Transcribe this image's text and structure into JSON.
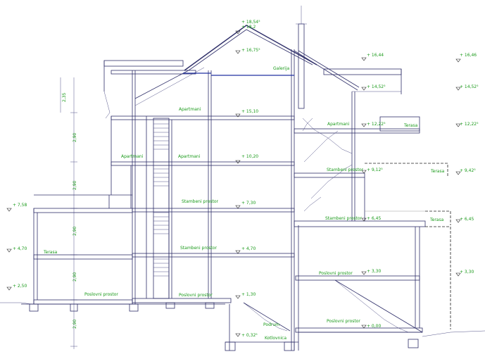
{
  "labels": {
    "galerija": "Galerija",
    "apartmani_top": "Apartmani",
    "apartmani_left": "Apartmani",
    "apartmani_mid": "Apartmani",
    "apartmani_right": "Apartmani",
    "stambeni_1": "Stambeni prostor",
    "stambeni_2": "Stambeni prostor",
    "stambeni_3": "Stambeni prostor",
    "stambeni_4": "Stambeni prostor",
    "poslovni_1": "Poslovni prostor",
    "poslovni_2": "Poslovni prostor",
    "poslovni_3": "Poslovni prostor",
    "poslovni_4": "Poslovni prostor",
    "terasa_1": "Terasa",
    "terasa_2": "Terasa",
    "terasa_3": "Terasa",
    "terasa_left": "Terasa",
    "podrum": "Podrum",
    "kotlovnica": "Kotlovnica"
  },
  "levels": {
    "ridge_a": "+ 18,54⁵",
    "ridge_b": "+ 18,2",
    "roof": "+ 16,75⁵",
    "r1": "+ 16,44",
    "r1_far": "+ 16,46",
    "r2": "+ 14,52⁵",
    "r2_far": "+ 14,52⁵",
    "l5": "+ 15,10",
    "l4r": "+ 12,22⁵",
    "l4r_far": "+ 12,22⁵",
    "l4": "+ 10,20",
    "l3r": "+ 9,12⁵",
    "l3r_far": "+ 9,42⁵",
    "l3": "+ 7,30",
    "l3_left": "+ 7,58",
    "l2r": "+ 6,45",
    "l2r_far": "+ 6,45",
    "l2": "+ 4,70",
    "l2_left": "+ 4,70",
    "l1r": "+ 3,30",
    "l1r_far": "+ 3,30",
    "l1": "+ 1,30",
    "l1_left": "+ 2,50",
    "l0r": "+ 0,00",
    "base": "+ 0,32⁵"
  },
  "dimensions": [
    "2,35",
    "2,90",
    "2,90",
    "2,90",
    "2,90",
    "2,90"
  ]
}
